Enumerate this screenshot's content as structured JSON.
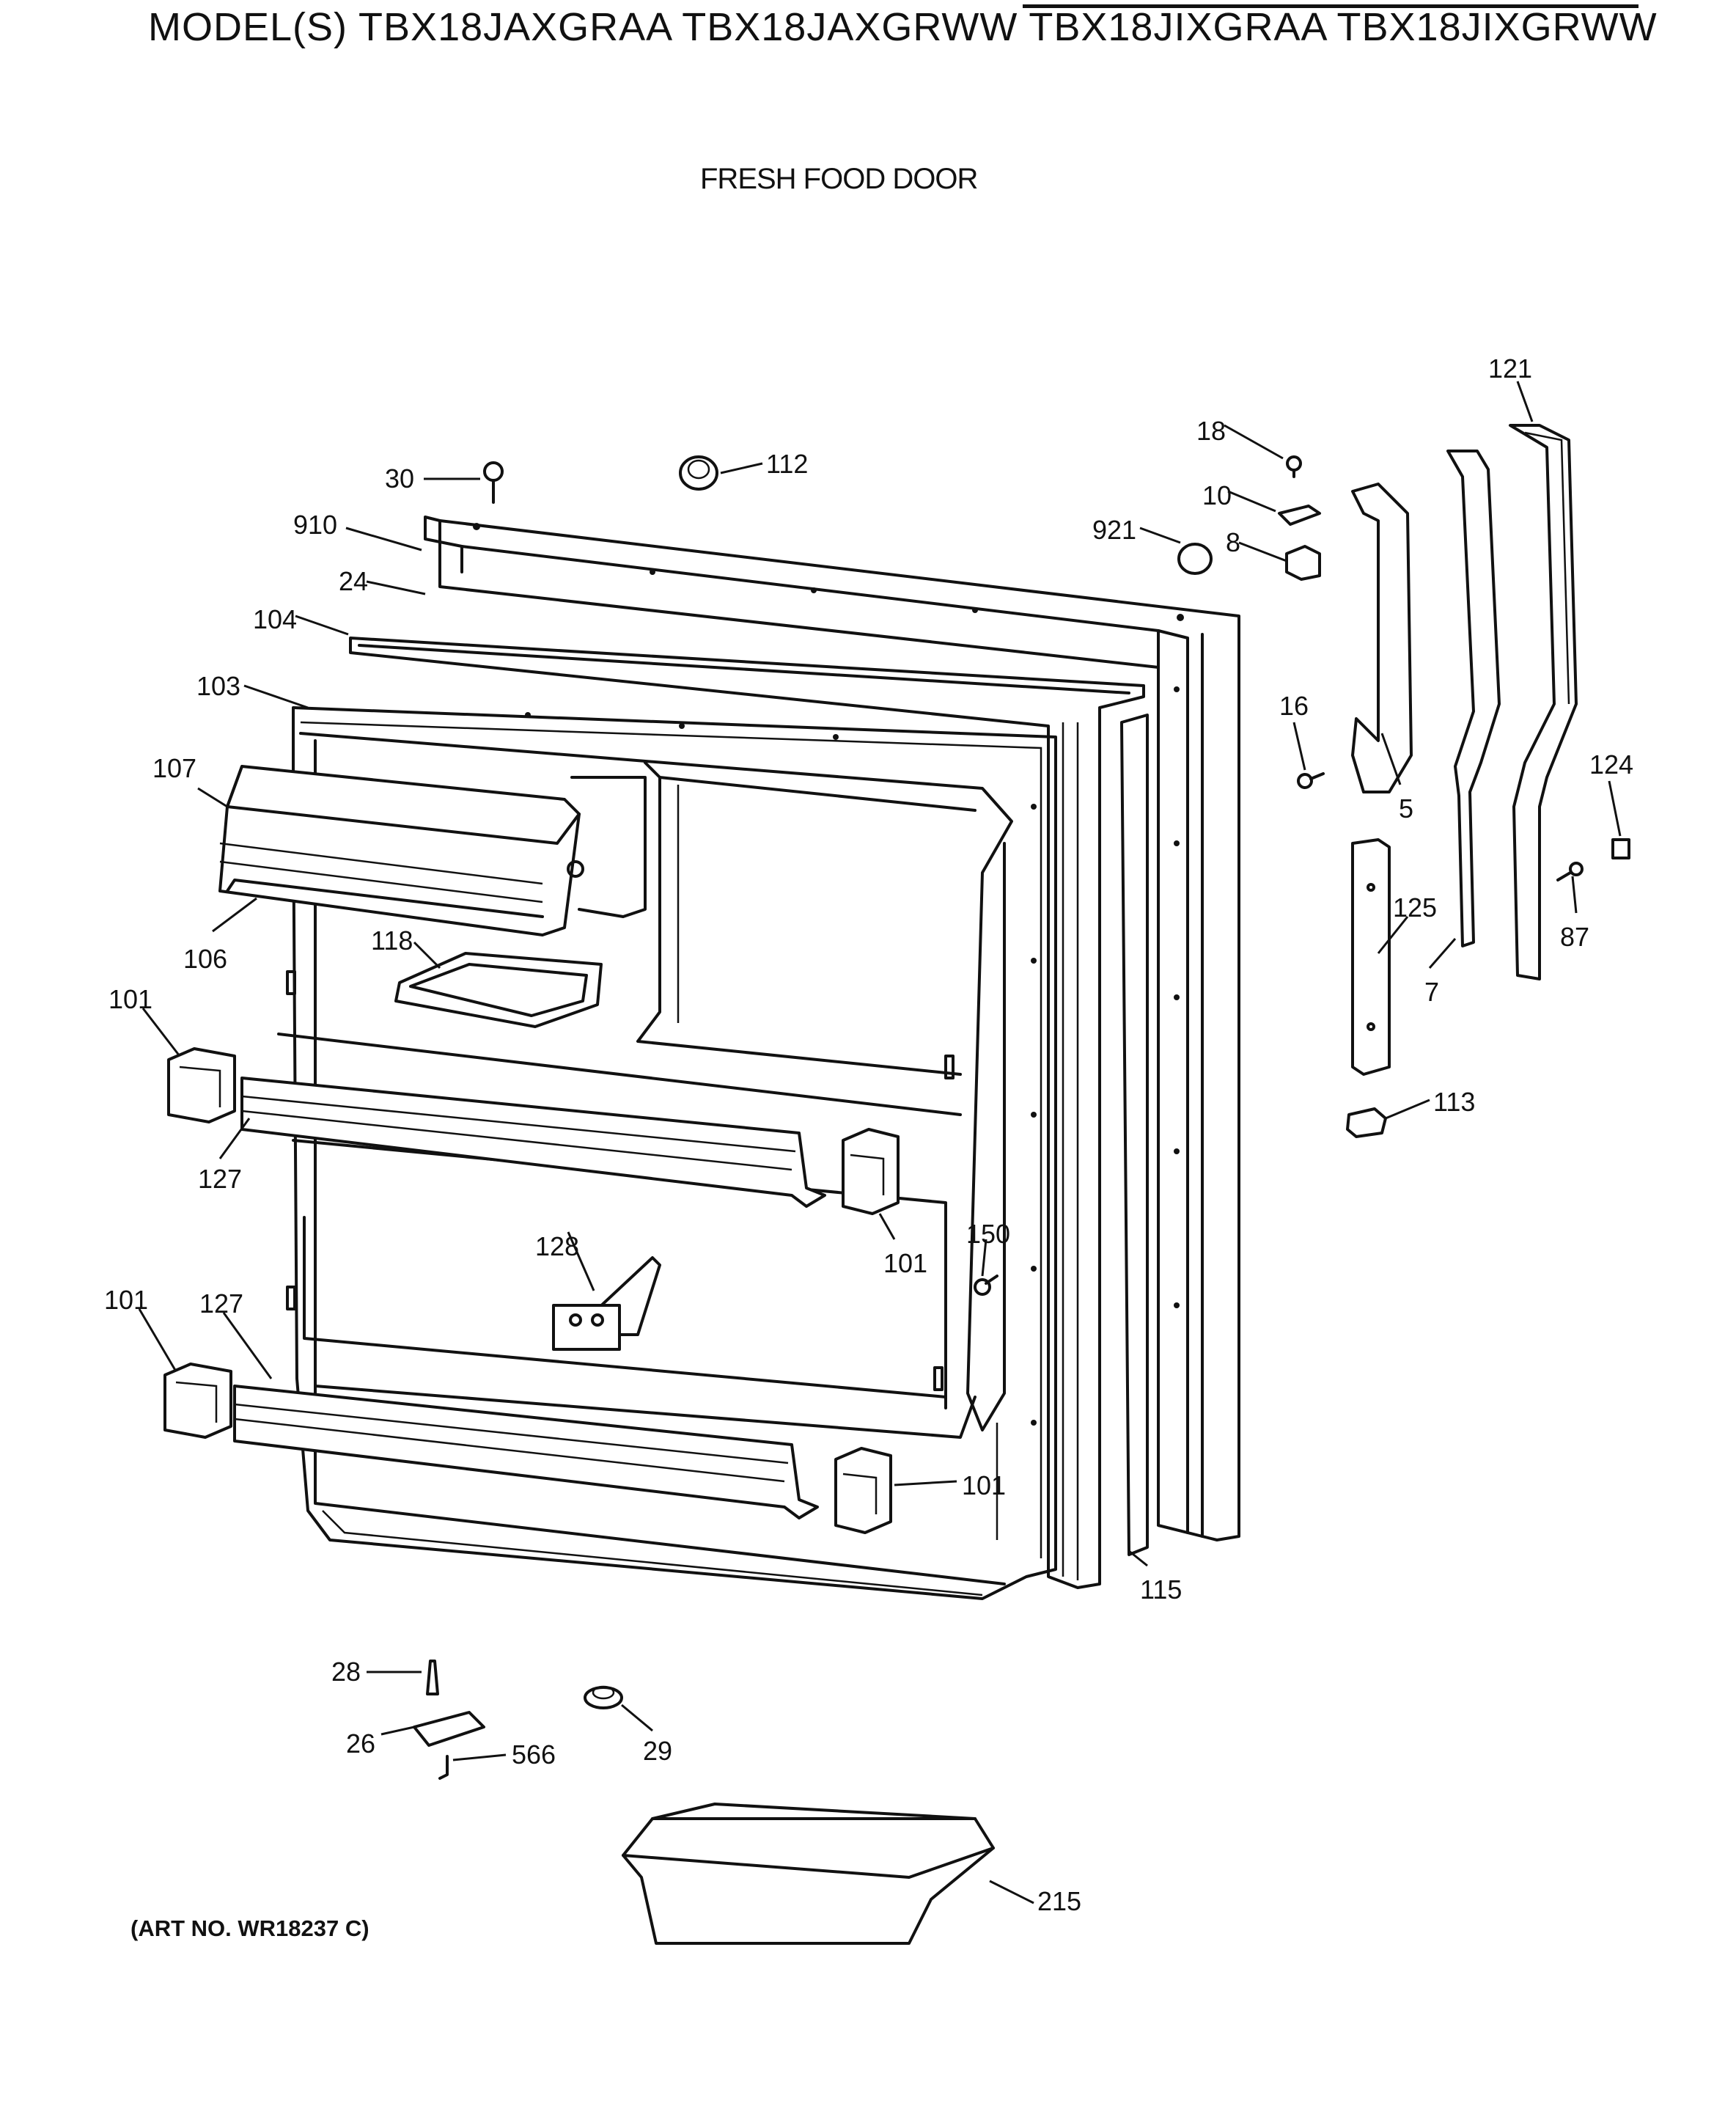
{
  "header": {
    "models": "MODEL(S) TBX18JAXGRAA  TBX18JAXGRWW  TBX18JIXGRAA  TBX18JIXGRWW",
    "section_title": "FRESH FOOD DOOR"
  },
  "footer": {
    "art_no": "(ART NO. WR18237 C)"
  },
  "callouts": {
    "p30": "30",
    "p112": "112",
    "p910": "910",
    "p24": "24",
    "p104": "104",
    "p103": "103",
    "p107": "107",
    "p106": "106",
    "p118": "118",
    "p101a": "101",
    "p127a": "127",
    "p128": "128",
    "p101b": "101",
    "p150": "150",
    "p101c": "101",
    "p127b": "127",
    "p101d": "101",
    "p115": "115",
    "p18": "18",
    "p10": "10",
    "p921": "921",
    "p8": "8",
    "p16": "16",
    "p5": "5",
    "p121": "121",
    "p124": "124",
    "p87": "87",
    "p125": "125",
    "p7": "7",
    "p113": "113",
    "p28": "28",
    "p26": "26",
    "p566": "566",
    "p29": "29",
    "p215": "215"
  },
  "colors": {
    "ink": "#111111",
    "paper": "#ffffff"
  }
}
